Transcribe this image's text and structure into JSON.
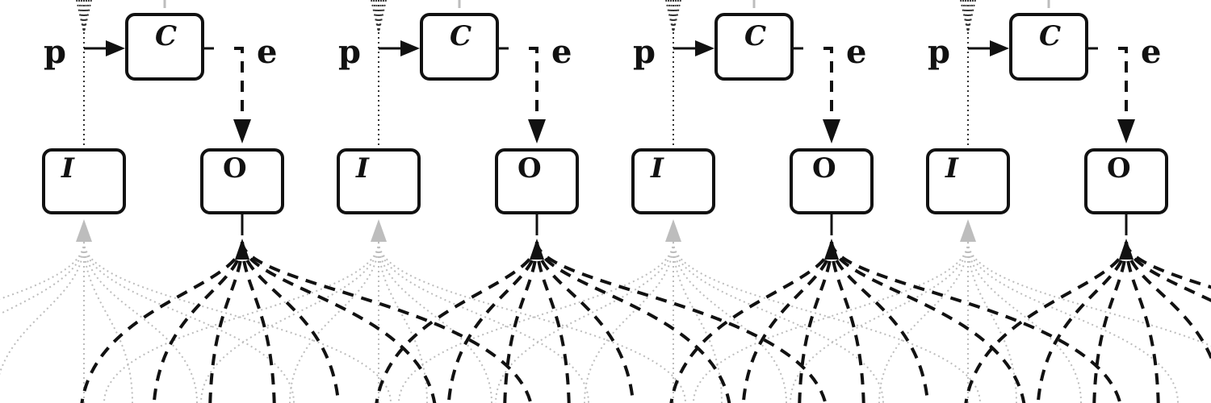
{
  "diagram": {
    "units": [
      {
        "c_label": "C",
        "i_label": "I",
        "o_label": "O",
        "p_label": "p",
        "e_label": "e"
      },
      {
        "c_label": "C",
        "i_label": "I",
        "o_label": "O",
        "p_label": "p",
        "e_label": "e"
      },
      {
        "c_label": "C",
        "i_label": "I",
        "o_label": "O",
        "p_label": "p",
        "e_label": "e"
      },
      {
        "c_label": "C",
        "i_label": "I",
        "o_label": "O",
        "p_label": "p",
        "e_label": "e"
      }
    ],
    "colors": {
      "ink": "#111111",
      "faint_connection": "#bdbdbd",
      "background": "#ffffff"
    },
    "edge_styles": {
      "p_to_c": "solid arrow",
      "c_to_o_via_e": "dashed arrow",
      "i_vertical": "dotted",
      "o_fanout": "dashed curves",
      "i_fanin": "faint dotted curves"
    }
  }
}
